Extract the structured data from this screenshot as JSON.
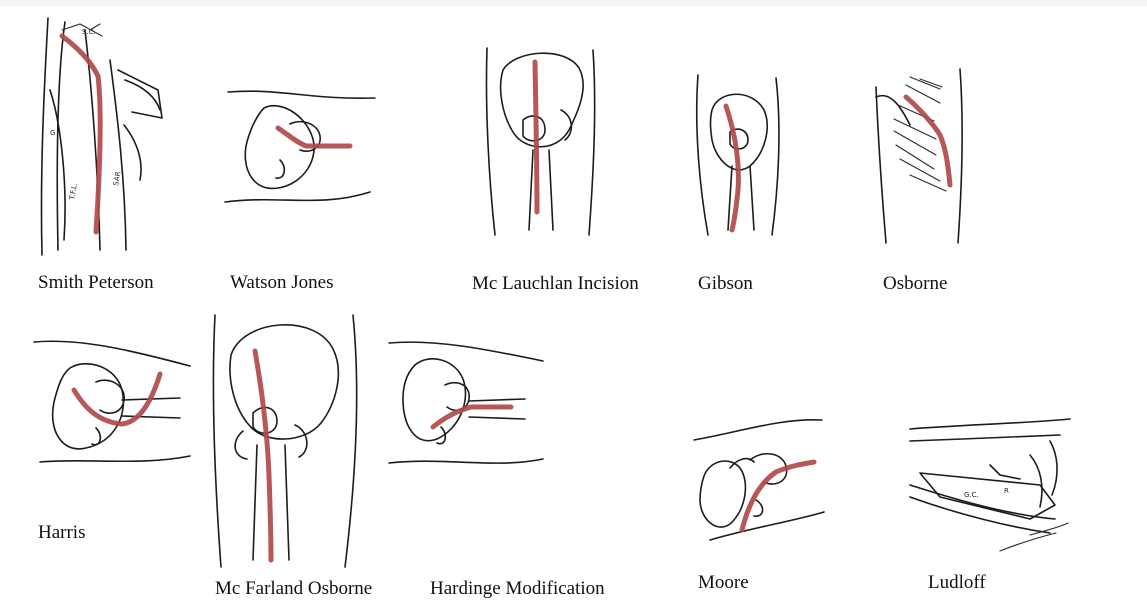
{
  "approaches": [
    {
      "id": "smith-peterson",
      "label": "Smith Peterson"
    },
    {
      "id": "watson-jones",
      "label": "Watson Jones"
    },
    {
      "id": "mc-lauchlan",
      "label": "Mc Lauchlan Incision"
    },
    {
      "id": "gibson",
      "label": "Gibson"
    },
    {
      "id": "osborne",
      "label": "Osborne"
    },
    {
      "id": "harris",
      "label": "Harris"
    },
    {
      "id": "mc-farland-osborne",
      "label": "Mc Farland Osborne"
    },
    {
      "id": "hardinge",
      "label": "Hardinge Modification"
    },
    {
      "id": "moore",
      "label": "Moore"
    },
    {
      "id": "ludloff",
      "label": "Ludloff"
    }
  ],
  "sketch_annotations": {
    "smith_peterson_top": "S.C.",
    "smith_peterson_gm": "G",
    "smith_peterson_tfl": "T.F.L.",
    "smith_peterson_sar": "SAR",
    "ludloff_gc": "G.C.",
    "ludloff_r": "R"
  },
  "colors": {
    "incision": "#b04a4a",
    "ink": "#1c1c1c",
    "background": "#ffffff"
  }
}
